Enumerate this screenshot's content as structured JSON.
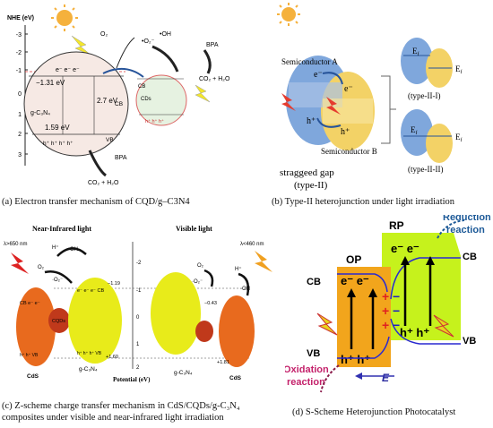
{
  "panel_a": {
    "caption": "(a) Electron transfer mechanism of CQD/g–C3N4",
    "axis_title": "NHE (eV)",
    "axis_ticks": [
      "-3",
      "-2",
      "-1",
      "0",
      "1",
      "2",
      "3"
    ],
    "cb_value": "−1.31 eV",
    "gap_value": "2.7 eV",
    "vb_value": "1.59 eV",
    "material": "g-C₃N₄",
    "cb_label": "CB",
    "vb_label": "VB",
    "electrons": "e⁻  e⁻  e⁻",
    "holes": "h⁺ h⁺ h⁺ h⁺",
    "cb_small": "CB",
    "cds_label": "CDs",
    "o2": "O₂",
    "o2_radical": "•O₂⁻",
    "oh_radical": "•OH",
    "bpa": "BPA",
    "products": "CO₂ + H₂O",
    "bpa2": "BPA",
    "products2": "CO₂ + H₂O",
    "cds_holes": "h⁺ h⁺ h⁺"
  },
  "panel_b": {
    "caption": "(b) Type-II heterojunction under light irradiation",
    "semi_a": "Semiconductor A",
    "semi_b": "Semiconductor B",
    "gap_title": "straggeed gap",
    "gap_sub": "(type-II)",
    "ef": "E",
    "ef_sub": "f",
    "type1": "(type-II-I)",
    "type2": "(type-II-II)",
    "e": "e⁻",
    "h": "h⁺"
  },
  "panel_c": {
    "caption_line1": "(c) Z-scheme charge transfer mechanism in CdS/CQDs/g-C₃N₄",
    "caption_line2": "composites under visible and near-infrared light irradiation",
    "nir_title": "Near-Infrared light",
    "vis_title": "Visible light",
    "nir_wavelength": "λ>650 nm",
    "vis_wavelength": "λ<460 nm",
    "axis_label": "Potential (eV)",
    "axis_ticks": [
      "-2",
      "-1",
      "0",
      "1",
      "2"
    ],
    "val_119": "−1.19",
    "val_043": "−0.43",
    "val_160": "+1.60",
    "val_181": "+1.81",
    "cds": "CdS",
    "cqds": "CQDs",
    "gcn": "g-C₃N₄",
    "h_plus": "H⁺",
    "oh": "·OH",
    "o2": "O₂",
    "o2_radical": "·O₂⁻",
    "cb_row": "CB e⁻ e⁻",
    "cb_row2": "e⁻ e⁻ e⁻ CB",
    "vb_row": "h⁺ h⁺ VB",
    "vb_row2": "h⁺ h⁺ h⁺ VB"
  },
  "panel_d": {
    "caption": "(d) S-Scheme Heterojunction Photocatalyst",
    "rp": "RP",
    "op": "OP",
    "reduction": "Reduction",
    "reaction": "reaction",
    "oxidation": "Oxidation",
    "reaction2": "reaction",
    "cb": "CB",
    "vb": "VB",
    "e_pair": "e⁻ e⁻",
    "h_pair": "h⁺ h⁺",
    "field": "E",
    "plus": "+",
    "minus": "−"
  }
}
